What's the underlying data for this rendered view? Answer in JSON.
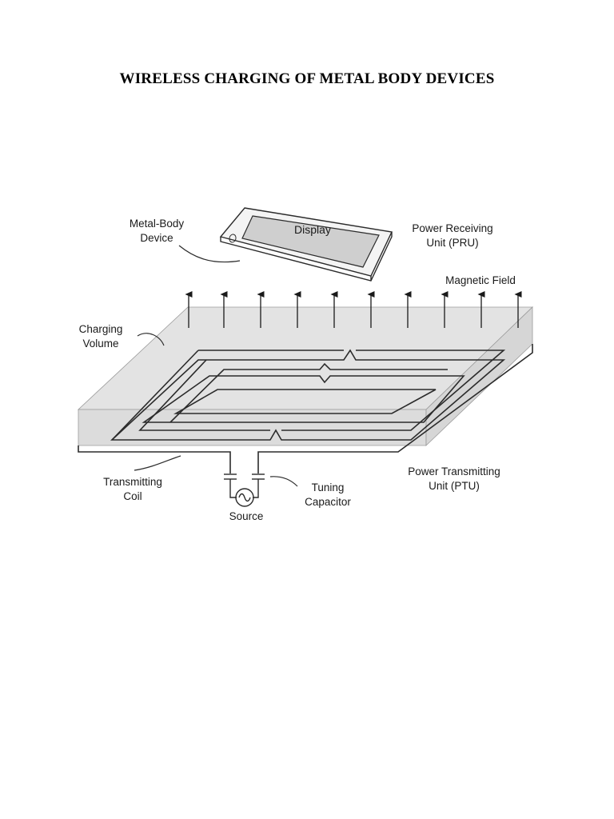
{
  "title": "WIRELESS CHARGING OF METAL BODY DEVICES",
  "labels": {
    "metal_body_device": [
      "Metal-Body",
      "Device"
    ],
    "display": "Display",
    "power_receiving_unit": [
      "Power Receiving",
      "Unit (PRU)"
    ],
    "magnetic_field": "Magnetic Field",
    "charging_volume": [
      "Charging",
      "Volume"
    ],
    "transmitting_coil": [
      "Transmitting",
      "Coil"
    ],
    "tuning_capacitor": [
      "Tuning",
      "Capacitor"
    ],
    "source": "Source",
    "power_transmitting_unit": [
      "Power Transmitting",
      "Unit (PTU)"
    ]
  },
  "colors": {
    "charging_volume_fill": "#e3e3e3",
    "display_fill": "#cfcfcf",
    "line": "#2b2b2b"
  }
}
